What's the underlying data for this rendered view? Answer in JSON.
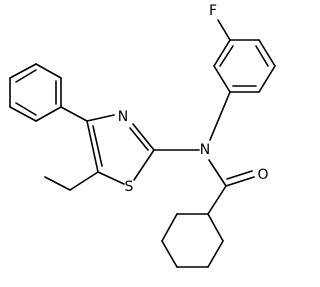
{
  "molecule": {
    "atoms": {
      "fluorine": "F",
      "nitrogen_amide": "N",
      "nitrogen_ring": "N",
      "sulfur": "S",
      "oxygen": "O"
    },
    "colors": {
      "bond": "#000000",
      "label": "#000000",
      "background": "#ffffff"
    }
  }
}
